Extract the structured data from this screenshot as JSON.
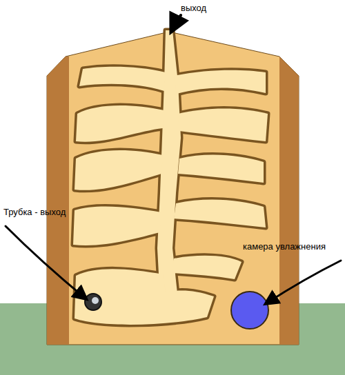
{
  "diagram": {
    "labels": [
      "выход",
      "Трубка - выход",
      "камера увлажнения"
    ]
  }
}
